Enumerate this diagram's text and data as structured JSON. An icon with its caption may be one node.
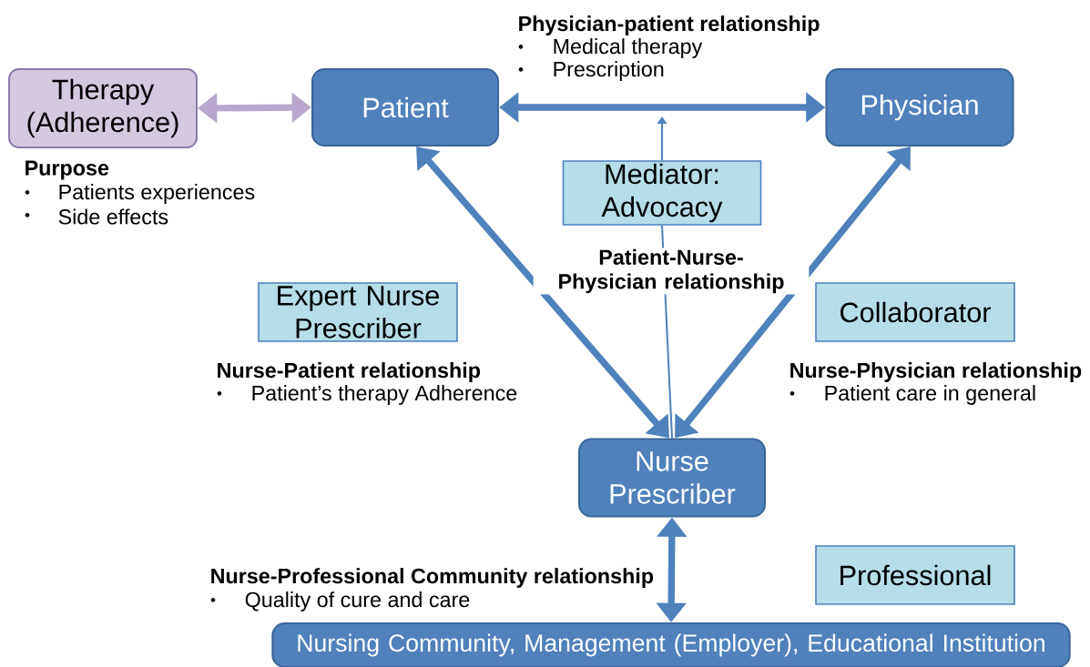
{
  "diagram": {
    "nodes": [
      {
        "text": [
          "Therapy (Adherence)"
        ]
      },
      {
        "text": [
          "Patient"
        ]
      },
      {
        "text": [
          "Physician"
        ]
      },
      {
        "text": [
          "Mediator: Advocacy"
        ]
      },
      {
        "text": [
          "Expert Nurse Prescriber"
        ]
      },
      {
        "text": [
          "Collaborator"
        ]
      },
      {
        "text": [
          "Nurse Prescriber"
        ]
      },
      {
        "text": [
          "Professional"
        ]
      },
      {
        "text": [
          "Nursing Community, Management (Employer), Educational Institution"
        ]
      }
    ],
    "edges": [
      {
        "from": 0,
        "to": 1,
        "arrow": "both",
        "color": "#b9a6cc"
      },
      {
        "from": 1,
        "to": 2,
        "arrow": "both"
      },
      {
        "from": 6,
        "to": 1,
        "arrow": "both"
      },
      {
        "from": 6,
        "to": 2,
        "arrow": "both"
      },
      {
        "from": 6,
        "to": 3,
        "arrow": "none"
      },
      {
        "from": 3,
        "to": null,
        "arrow": "to"
      },
      {
        "from": 6,
        "to": 8,
        "arrow": "both"
      }
    ],
    "labels": [
      "Physician-patient relationship",
      "•",
      "Medical therapy",
      "•",
      "Prescription",
      "Purpose",
      "•",
      "Patients experiences",
      "•",
      "Side effects",
      "Patient-Nurse-Physician relationship",
      "Nurse-Patient relationship",
      "•",
      "Patient’s therapy Adherence",
      "Nurse-Physician relationship",
      "•",
      "Patient care in general",
      "Nurse-Professional Community relationship",
      "•",
      "Quality of cure and care"
    ]
  }
}
